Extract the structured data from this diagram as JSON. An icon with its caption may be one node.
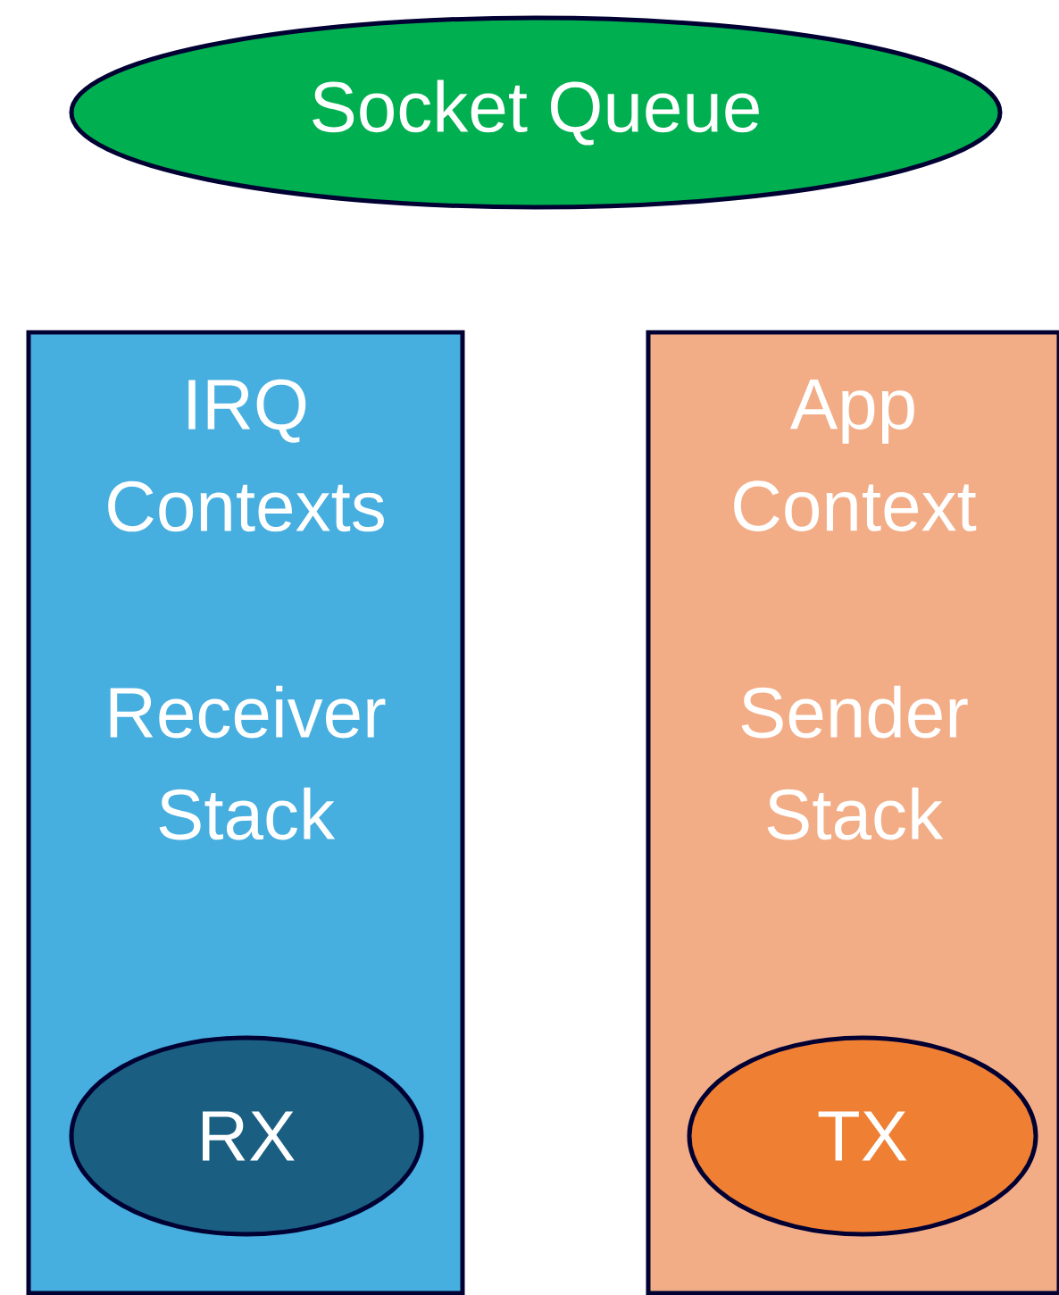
{
  "diagram": {
    "nodes": [
      {
        "text": [
          "Socket Queue"
        ]
      },
      {
        "text": [
          "IRQ Contexts",
          "Receiver Stack"
        ]
      },
      {
        "text": [
          "RX"
        ],
        "in": 1
      },
      {
        "text": [
          "App Context",
          "Sender Stack"
        ]
      },
      {
        "text": [
          "TX"
        ],
        "in": 3
      }
    ]
  }
}
